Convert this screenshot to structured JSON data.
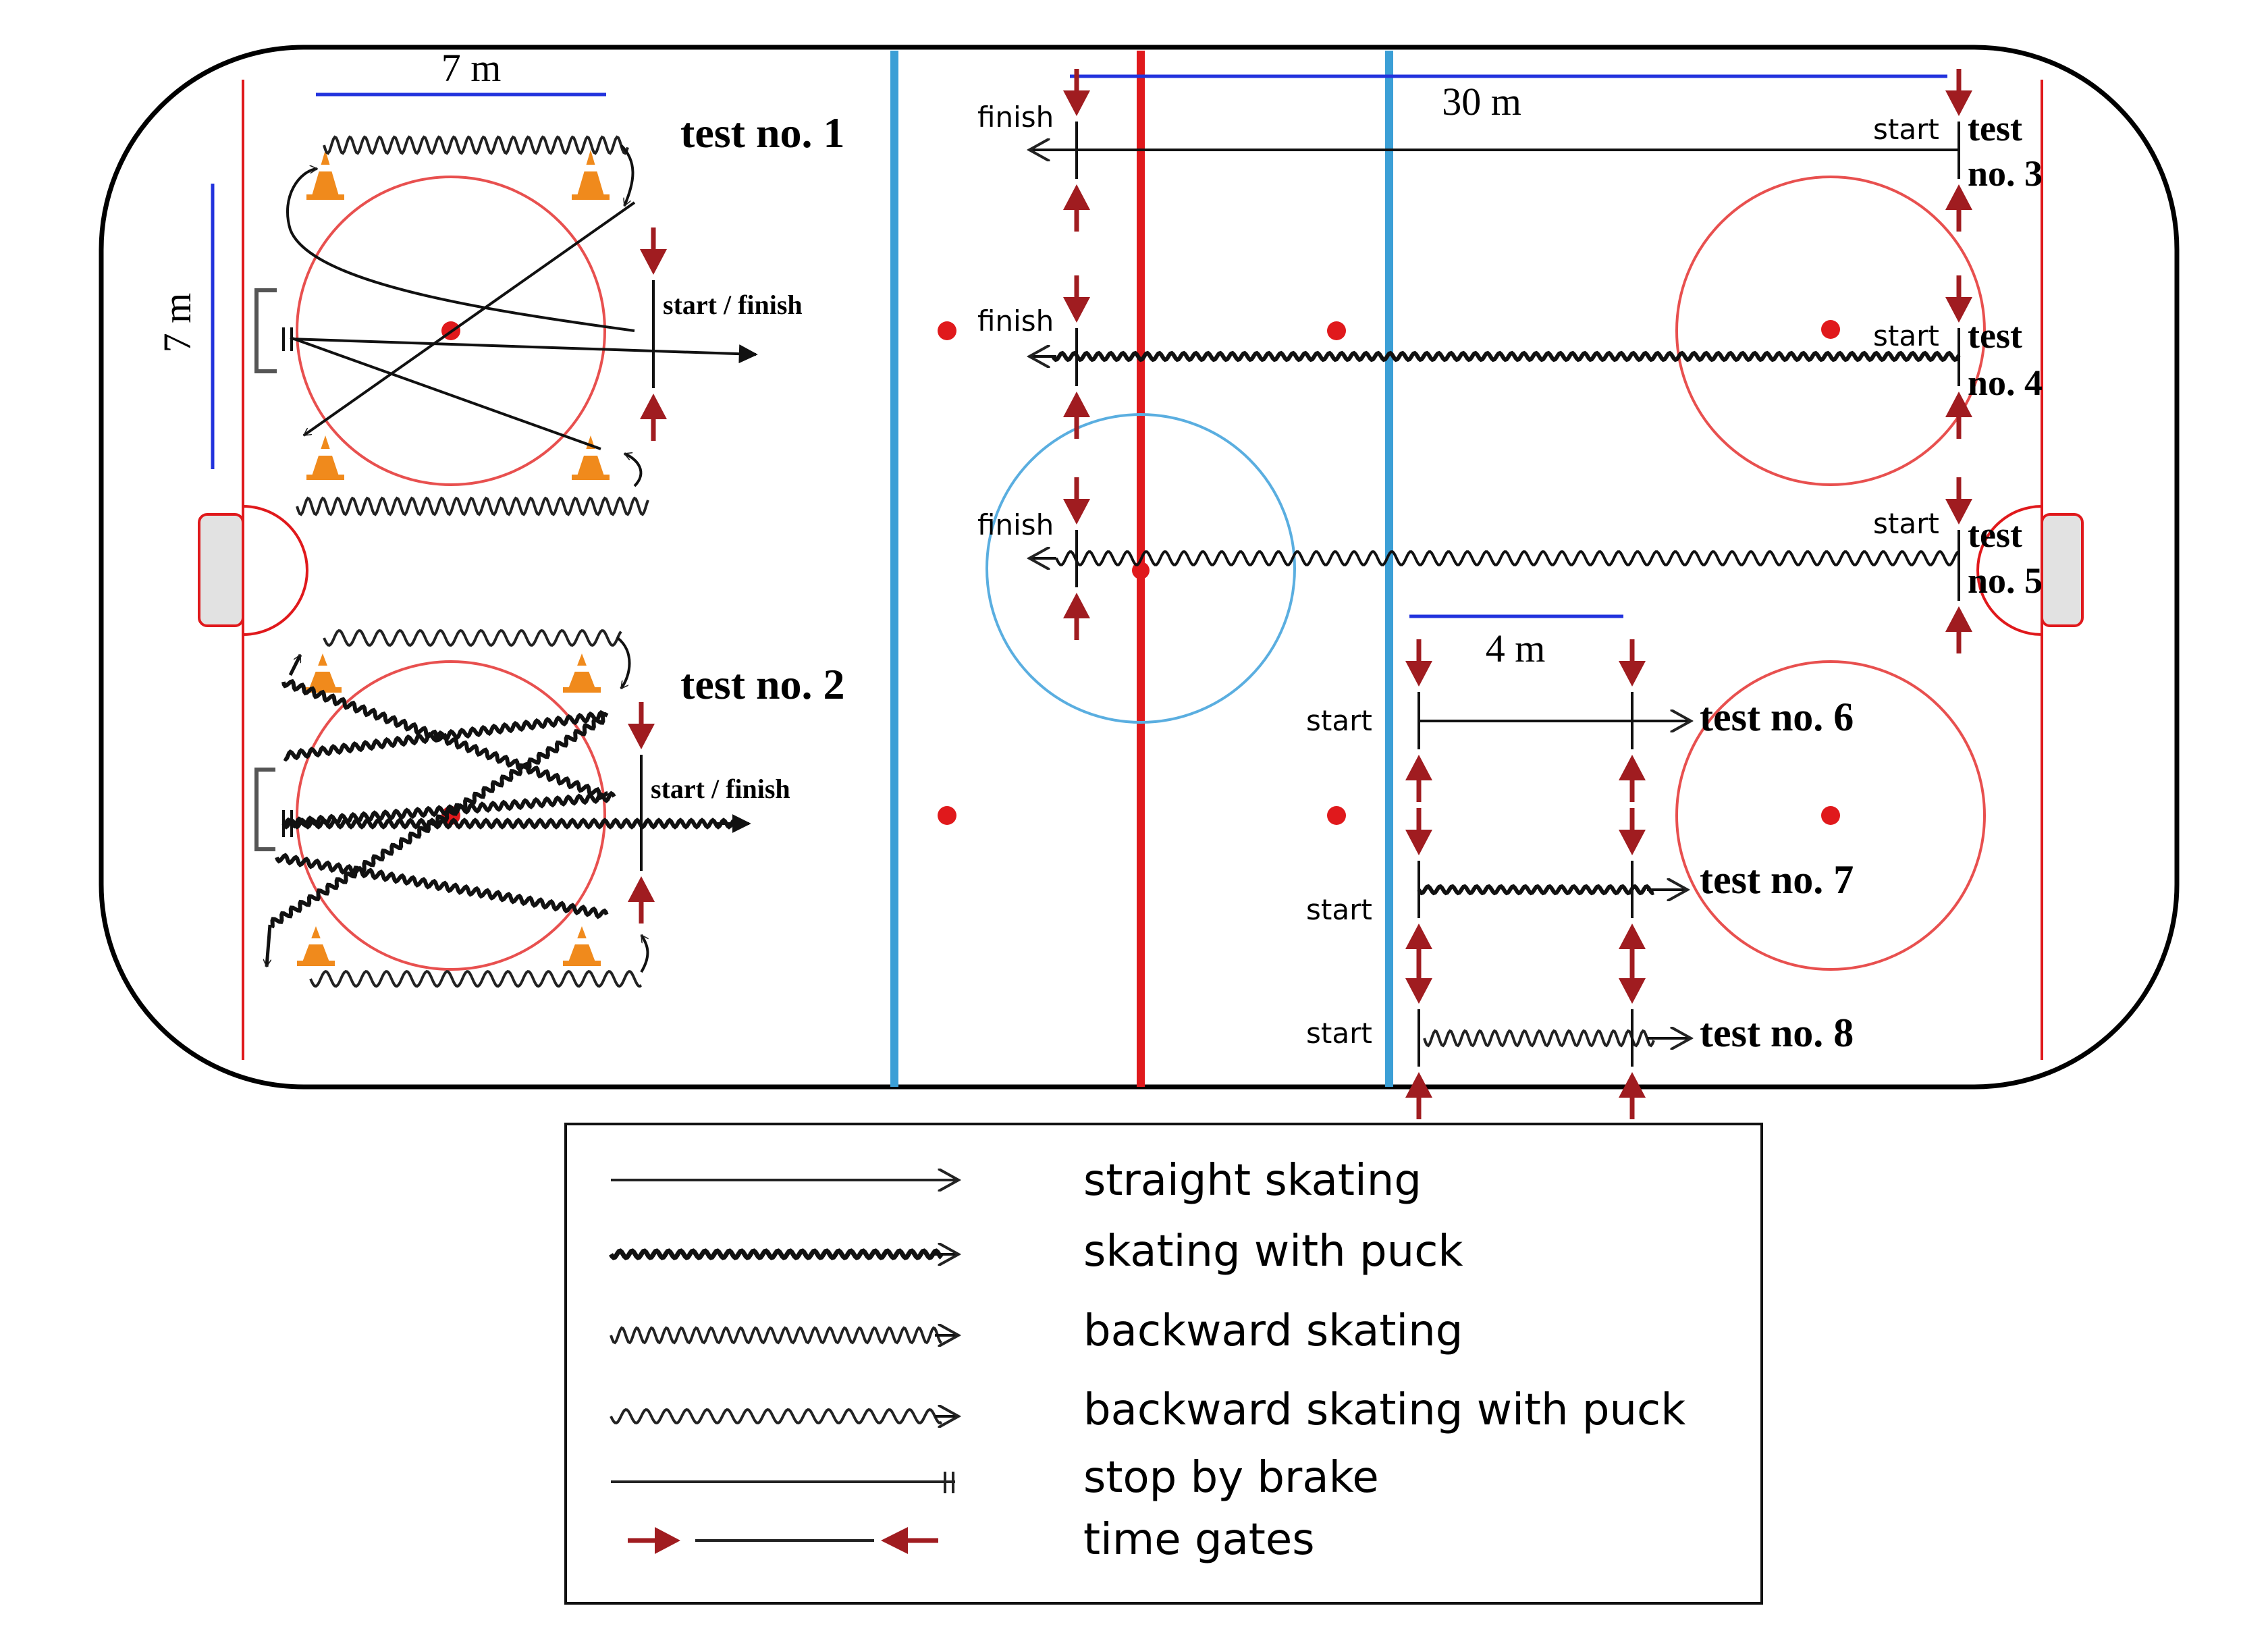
{
  "colors": {
    "rink_border": "#000000",
    "red_line": "#e0191c",
    "blue_line": "#3b9fd6",
    "faceoff_circle": "#e8504f",
    "faceoff_dot": "#e0191c",
    "center_circle": "#5aaee0",
    "dimension_line": "#2233dd",
    "gate_arrow": "#a01c20",
    "cone": "#f08a1c",
    "goal_crease": "#e0e0e0"
  },
  "tests": {
    "test1": {
      "label": "test no. 1",
      "gate_label": "start / finish"
    },
    "test2": {
      "label": "test no. 2",
      "gate_label": "start / finish"
    },
    "test3": {
      "label_line1": "test",
      "label_line2": "no. 3",
      "start": "start",
      "finish": "finish"
    },
    "test4": {
      "label_line1": "test",
      "label_line2": "no. 4",
      "start": "start",
      "finish": "finish"
    },
    "test5": {
      "label_line1": "test",
      "label_line2": "no. 5",
      "start": "start",
      "finish": "finish"
    },
    "test6": {
      "label": "test no. 6",
      "start": "start"
    },
    "test7": {
      "label": "test no. 7",
      "start": "start"
    },
    "test8": {
      "label": "test no. 8",
      "start": "start"
    }
  },
  "dimensions": {
    "width_7m": "7 m",
    "height_7m": "7 m",
    "length_30m": "30 m",
    "length_4m": "4 m"
  },
  "legend": {
    "items": [
      {
        "label": "straight skating",
        "icon": "straight-arrow-icon"
      },
      {
        "label": "skating with puck",
        "icon": "puck-arrow-icon"
      },
      {
        "label": "backward skating",
        "icon": "backward-arrow-icon"
      },
      {
        "label": "backward skating with puck",
        "icon": "backward-puck-arrow-icon"
      },
      {
        "label": "stop by brake",
        "icon": "brake-line-icon"
      },
      {
        "label": "time gates",
        "icon": "time-gate-icon"
      }
    ]
  }
}
